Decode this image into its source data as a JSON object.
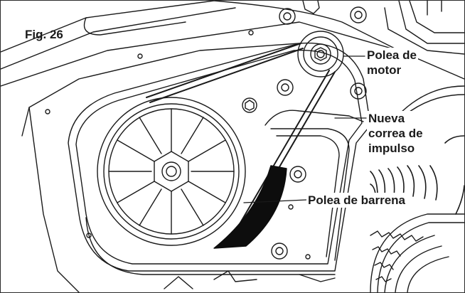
{
  "figure": {
    "label": "Fig. 26"
  },
  "callouts": {
    "motor_pulley": [
      "Polea de",
      "motor"
    ],
    "drive_belt": [
      "Nueva",
      "correa de",
      "impulso"
    ],
    "auger_pulley": [
      "Polea de barrena"
    ]
  },
  "colors": {
    "ink": "#1a1a1a",
    "paper": "#ffffff",
    "belt_marker": "#0d0d0d"
  }
}
